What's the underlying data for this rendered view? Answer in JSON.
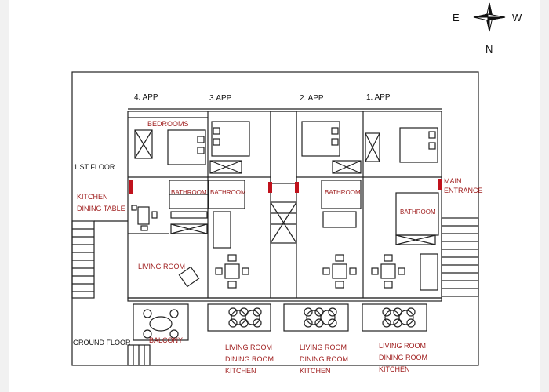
{
  "compass": {
    "east": "E",
    "west": "W",
    "north": "N"
  },
  "apartments": {
    "app4": "4. APP",
    "app3": "3.APP",
    "app2": "2. APP",
    "app1": "1. APP"
  },
  "floors": {
    "first": "1.ST FLOOR",
    "ground": "GROUND FLOOR"
  },
  "rooms": {
    "bedrooms": "BEDROOMS",
    "kitchen_dining": "KITCHEN\nDINING TABLE",
    "bathroom_a": "BATHROOM",
    "bathroom_b": "BATHROOM",
    "bathroom_c": "BATHROOM",
    "bathroom_d": "BATHROOM",
    "main_entrance": "MAIN\nENTRANCE",
    "living_room": "LIVING ROOM",
    "balcony": "BALCONY",
    "ground_unit_1": "LIVING ROOM\nDINING ROOM\nKITCHEN",
    "ground_unit_2": "LIVING ROOM\nDINING ROOM\nKITCHEN",
    "ground_unit_3": "LIVING ROOM\nDINING ROOM\nKITCHEN"
  },
  "colors": {
    "line": "#222222",
    "label_red": "#9e1b1b",
    "door_red": "#c0121c",
    "paper": "#ffffff"
  }
}
